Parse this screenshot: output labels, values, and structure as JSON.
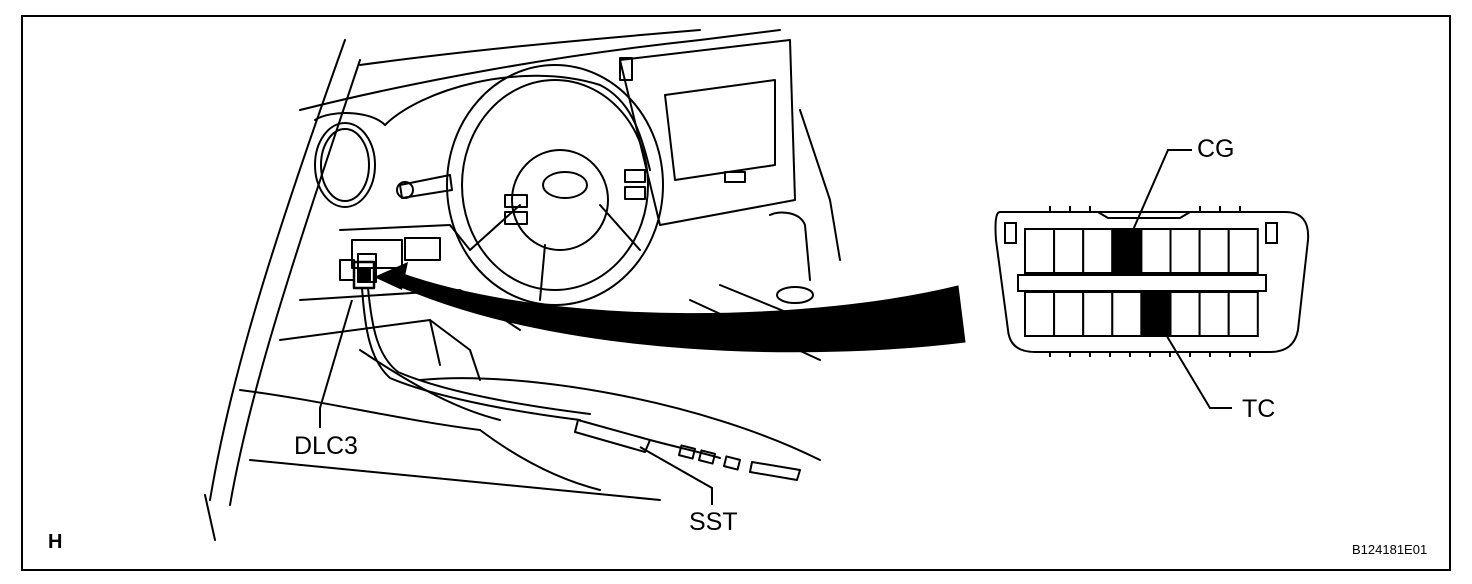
{
  "labels": {
    "cg": "CG",
    "tc": "TC",
    "dlc3": "DLC3",
    "sst": "SST",
    "corner": "H",
    "figure_code": "B124181E01"
  },
  "colors": {
    "line": "#000000",
    "background": "#ffffff",
    "terminal_highlight": "#000000"
  },
  "connector": {
    "columns": 8,
    "rows": 2,
    "cg_terminal": {
      "row": 1,
      "column": 4
    },
    "tc_terminal": {
      "row": 2,
      "column": 5
    }
  }
}
